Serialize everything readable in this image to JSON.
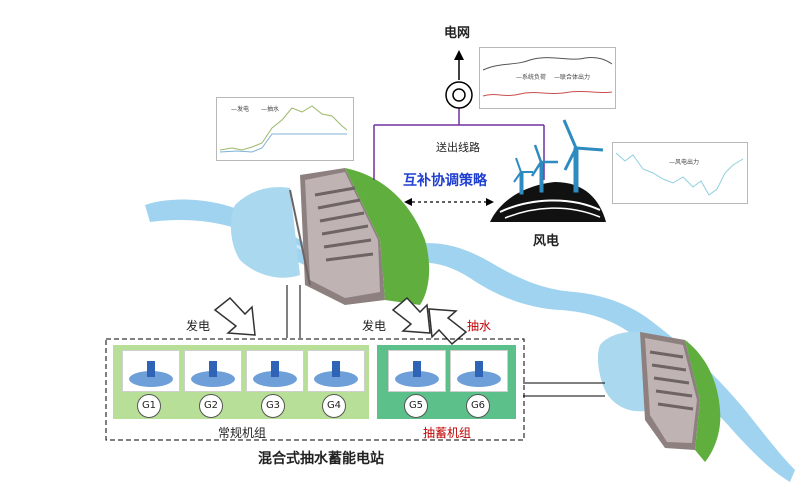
{
  "grid": {
    "title": "电网"
  },
  "transmission": {
    "label": "送出线路"
  },
  "strategy": {
    "label": "互补协调策略"
  },
  "wind": {
    "label": "风电",
    "panel_legend": "—风电出力"
  },
  "grid_panel": {
    "legend_a": "—系统负荷",
    "legend_b": "—联合体出力"
  },
  "hydro_panel": {
    "legend_a": "—发电",
    "legend_b": "—抽水"
  },
  "flows": {
    "gen_left": "发电",
    "gen_right": "发电",
    "pump": "抽水"
  },
  "station": {
    "title": "混合式抽水蓄能电站",
    "conventional_label": "常规机组",
    "pumped_label": "抽蓄机组",
    "conventional_units": [
      "G1",
      "G2",
      "G3",
      "G4"
    ],
    "pumped_units": [
      "G5",
      "G6"
    ]
  },
  "colors": {
    "conventional_bg": "#b7df97",
    "pumped_bg": "#5cc08a",
    "river": "#9fd3f0",
    "line_purple": "#7030a0",
    "strategy_blue": "#1f3fd1",
    "accent_red": "#c00000"
  }
}
